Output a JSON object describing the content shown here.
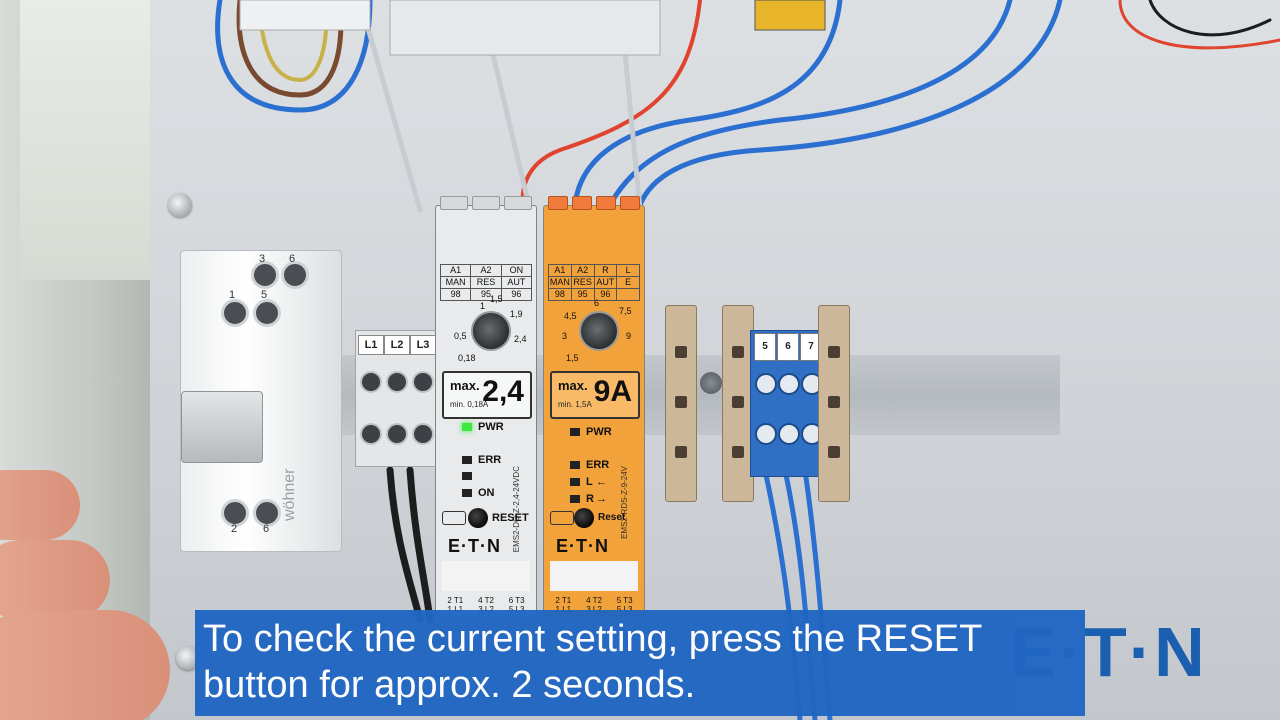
{
  "breaker": {
    "brand": "wöhner",
    "terminals_top": [
      "3",
      "6"
    ],
    "terminals_mid": [
      "1",
      "5"
    ],
    "terminals_bottom": [
      "2",
      "6"
    ]
  },
  "terminal_block": {
    "labels": [
      "L1",
      "L2",
      "L3"
    ]
  },
  "relay_grey": {
    "header_rows": [
      [
        "A1",
        "A2",
        "ON"
      ],
      [
        "MAN",
        "RES",
        "AUT"
      ],
      [
        "98",
        "95",
        "96"
      ]
    ],
    "scale": [
      "1",
      "1,5",
      "0,5",
      "1,9",
      "2,4",
      "0,18"
    ],
    "max_label": "max.",
    "max_value": "2,4",
    "min_label": "min. 0,18A",
    "leds": [
      "PWR",
      "ERR",
      "ON"
    ],
    "side_text": "EMS2-DO-Z-2,4-24VDC",
    "reset_label": "RESET",
    "logo": "E·T·N",
    "footer_rows": [
      [
        "2 T1",
        "4 T2",
        "6 T3"
      ],
      [
        "1 L1",
        "3 L2",
        "5 L3"
      ]
    ]
  },
  "relay_orange": {
    "header_rows": [
      [
        "A1",
        "A2",
        "R",
        "L"
      ],
      [
        "MAN",
        "RES",
        "AUT",
        "E"
      ],
      [
        "98",
        "95",
        "96",
        ""
      ]
    ],
    "scale": [
      "4,5",
      "6",
      "7,5",
      "3",
      "9",
      "1,5"
    ],
    "max_label": "max.",
    "max_value": "9A",
    "min_label": "min. 1,5A",
    "leds": [
      "PWR",
      "ERR",
      "L",
      "R"
    ],
    "side_text": "EMS2-RDS-Z-9-24V",
    "reset_label": "Reset",
    "logo": "E·T·N",
    "footer_rows": [
      [
        "2 T1",
        "4 T2",
        "5 T3"
      ],
      [
        "1 L1",
        "3 L2",
        "5 L3"
      ]
    ]
  },
  "blue_terminals": {
    "labels": [
      "5",
      "6",
      "7"
    ]
  },
  "brand_panel": "E·T·N",
  "caption": {
    "line1": "To check the current setting, press the RESET",
    "line2": "button for approx. 2 seconds."
  },
  "colors": {
    "caption_bg": "#1f66c3",
    "relay_orange": "#f2a23a",
    "led_on": "#3fe83f",
    "brand_blue": "#1b5fb0"
  }
}
